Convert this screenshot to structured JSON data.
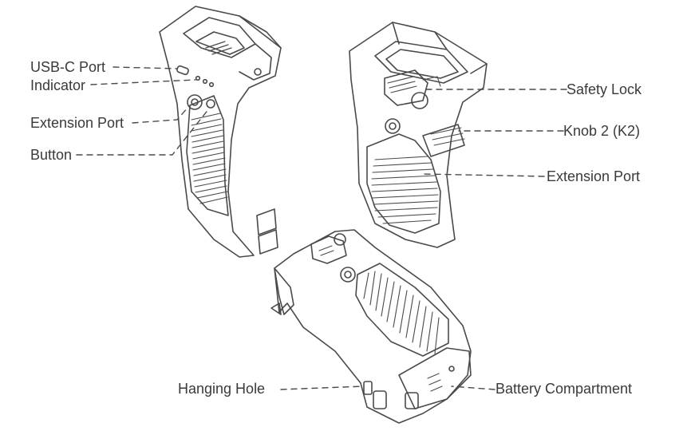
{
  "colors": {
    "line": "#4a4a4a",
    "text": "#3a3a3a",
    "background": "#ffffff"
  },
  "labels": {
    "usb_c_port": "USB-C Port",
    "indicator": "Indicator",
    "extension_port_left": "Extension Port",
    "button": "Button",
    "safety_lock": "Safety Lock",
    "knob_2": "Knob 2 (K2)",
    "extension_port_right": "Extension Port",
    "hanging_hole": "Hanging Hole",
    "battery_compartment": "Battery Compartment"
  },
  "views": [
    "grip-front-view",
    "grip-back-view",
    "grip-bottom-view"
  ]
}
